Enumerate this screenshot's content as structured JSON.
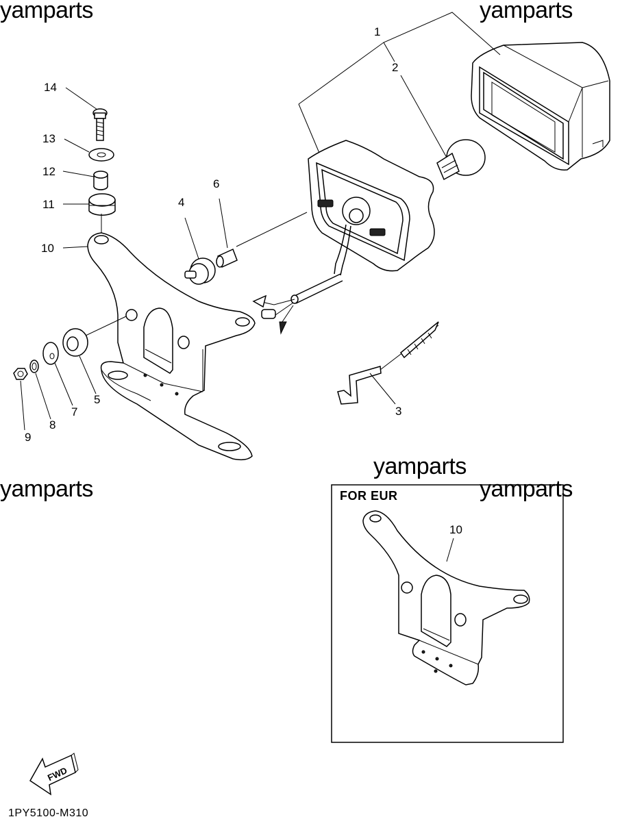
{
  "watermarks": [
    "yamparts",
    "yamparts",
    "yamparts",
    "yamparts",
    "yamparts"
  ],
  "part_labels": [
    "1",
    "2",
    "3",
    "4",
    "5",
    "6",
    "7",
    "8",
    "9",
    "10",
    "11",
    "12",
    "13",
    "14"
  ],
  "inset": {
    "title": "FOR EUR",
    "part_label": "10"
  },
  "fwd_arrow": {
    "text": "FWD",
    "icon": "forward-arrow-icon"
  },
  "diagram_code": "1PY5100-M310"
}
